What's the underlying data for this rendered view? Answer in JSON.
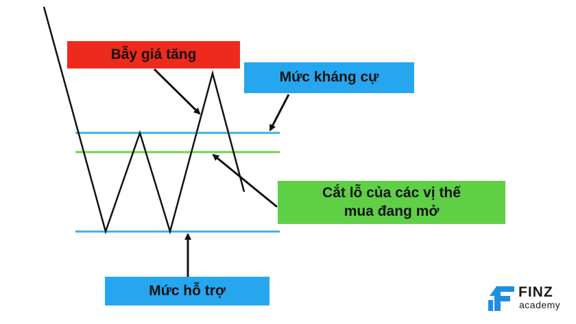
{
  "labels": {
    "bull_trap": "Bẫy giá tăng",
    "resistance": "Mức kháng cự",
    "stop_loss_line1": "Cắt lỗ của các vị thế",
    "stop_loss_line2": "mua đang mở",
    "support": "Mức hỗ trợ"
  },
  "logo": {
    "name": "FINZ",
    "sub": "academy"
  },
  "colors": {
    "red_box": "#ee2a1c",
    "blue_box": "#27a6f0",
    "green_box": "#5fd046",
    "level_line_blue": "#3ab0e6",
    "level_line_green": "#6fd24f",
    "price_line": "#111111",
    "logo_blue": "#1e8fe0"
  },
  "icons": {
    "logo_mark": "finz-logo-icon"
  }
}
